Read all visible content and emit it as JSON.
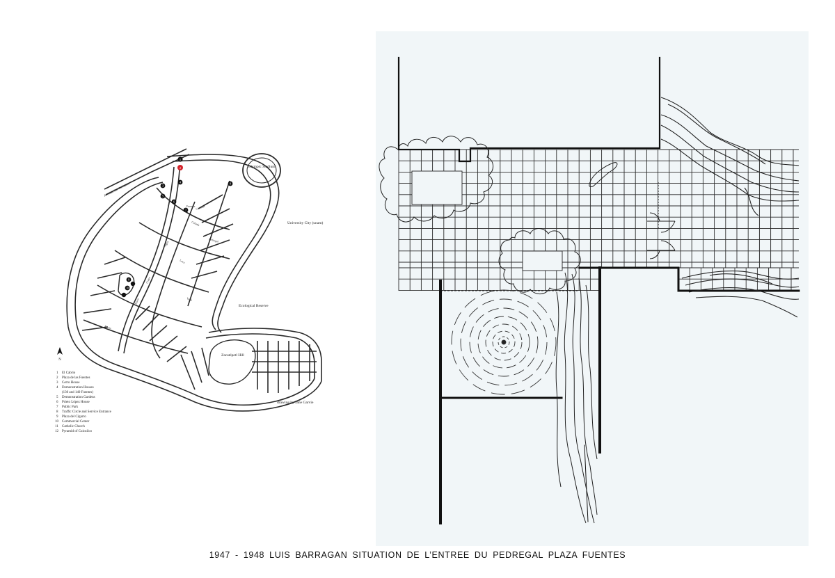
{
  "map": {
    "labels": {
      "olympic": "Olympic Stadium",
      "university": "University City (unam)",
      "ecological": "Ecological Reserve",
      "zacatepetl": "Zacatépetl Hill",
      "credit": "drawing by Jane Garvie",
      "avenida": "Avenida San Jerónimo",
      "streets": [
        "Fuentes",
        "Cascada",
        "Cañada",
        "Agua",
        "Lava",
        "Crater",
        "Risco",
        "Valle",
        "Rocas",
        "Pedregal"
      ]
    },
    "north_letter": "N",
    "markers": [
      "1",
      "2",
      "3",
      "4",
      "5",
      "6",
      "7",
      "8",
      "9",
      "10"
    ],
    "legend": [
      {
        "num": "1",
        "text": "El Cabrio"
      },
      {
        "num": "2",
        "text": "Plaza de las Fuentes"
      },
      {
        "num": "3",
        "text": "Cerro House"
      },
      {
        "num": "4",
        "text": "Demonstration Houses"
      },
      {
        "num": "",
        "text": "(130 and 140 Fuentes)"
      },
      {
        "num": "5",
        "text": "Demonstration Gardens"
      },
      {
        "num": "6",
        "text": "Prieto López House"
      },
      {
        "num": "7",
        "text": "Public Park"
      },
      {
        "num": "8",
        "text": "Traffic Circle and Service Entrance"
      },
      {
        "num": "9",
        "text": "Plaza del Cigarro"
      },
      {
        "num": "10",
        "text": "Commercial Center"
      },
      {
        "num": "11",
        "text": "Catholic Church"
      },
      {
        "num": "12",
        "text": "Pyramid of Cuicuilco"
      }
    ]
  },
  "colors": {
    "accent_marker": "#d3242b",
    "plan_background": "#f1f6f8",
    "ink": "#1a1a1a"
  },
  "caption": "1947 - 1948 LUIS BARRAGAN  SITUATION  DE L’ENTREE DU PEDREGAL PLAZA FUENTES"
}
